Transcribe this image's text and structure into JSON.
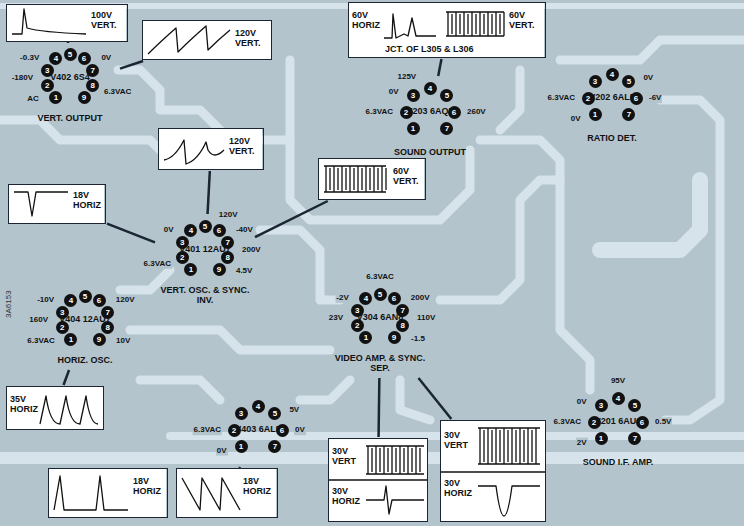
{
  "diagram": {
    "nodes": [
      {
        "text": [
          "100V VERT."
        ]
      },
      {
        "text": [
          "120V VERT."
        ]
      },
      {
        "text": [
          "60V HORIZ",
          "60V VERT.",
          "JCT. OF L305 & L306"
        ]
      },
      {
        "text": [
          "120V VERT."
        ]
      },
      {
        "text": [
          "18V HORIZ"
        ]
      },
      {
        "text": [
          "60V VERT."
        ]
      },
      {
        "text": [
          "35V HORIZ"
        ]
      },
      {
        "text": [
          "18V HORIZ"
        ]
      },
      {
        "text": [
          "18V HORIZ"
        ]
      },
      {
        "text": [
          "30V VERT",
          "30V HORIZ"
        ]
      },
      {
        "text": [
          "30V VERT",
          "30V HORIZ"
        ]
      },
      {
        "text": [
          "V402 6S4",
          "VERT. OUTPUT"
        ]
      },
      {
        "text": [
          "V401 12AU7",
          "VERT. OSC. & SYNC. INV."
        ]
      },
      {
        "text": [
          "V404 12AU7",
          "HORIZ. OSC."
        ]
      },
      {
        "text": [
          "V403 6AL5"
        ]
      },
      {
        "text": [
          "V304 6AN8",
          "VIDEO AMP. & SYNC. SEP."
        ]
      },
      {
        "text": [
          "V203 6AQ5",
          "SOUND OUTPUT"
        ]
      },
      {
        "text": [
          "V202 6AL5",
          "RATIO DET."
        ]
      },
      {
        "text": [
          "V201 6AU6",
          "SOUND I.F. AMP."
        ]
      }
    ],
    "edges": [
      {
        "from": 0,
        "to": 11,
        "arrow": "none"
      },
      {
        "from": 1,
        "to": 11,
        "arrow": "none"
      },
      {
        "from": 2,
        "to": 16,
        "arrow": "none"
      },
      {
        "from": 3,
        "to": 12,
        "arrow": "none"
      },
      {
        "from": 4,
        "to": 12,
        "arrow": "none"
      },
      {
        "from": 5,
        "to": 12,
        "arrow": "none"
      },
      {
        "from": 6,
        "to": 13,
        "arrow": "none"
      },
      {
        "from": 8,
        "to": 14,
        "arrow": "none"
      },
      {
        "from": 9,
        "to": 15,
        "arrow": "none"
      },
      {
        "from": 10,
        "to": 15,
        "arrow": "none"
      }
    ],
    "labels": [
      "1",
      "2",
      "3",
      "4",
      "5",
      "6",
      "7",
      "8",
      "9",
      "1",
      "2",
      "3",
      "4",
      "5",
      "6",
      "7",
      "8",
      "9",
      "1",
      "2",
      "3",
      "4",
      "5",
      "6",
      "7",
      "8",
      "9",
      "1",
      "2",
      "3",
      "4",
      "5",
      "6",
      "7",
      "1",
      "2",
      "3",
      "4",
      "5",
      "6",
      "7",
      "8",
      "9",
      "1",
      "2",
      "3",
      "4",
      "5",
      "6",
      "7",
      "1",
      "2",
      "3",
      "4",
      "5",
      "6",
      "7",
      "1",
      "2",
      "3",
      "4",
      "5",
      "6",
      "7",
      "-0.3V",
      "0V",
      "6.3VAC",
      "-180V",
      "AC",
      "120V",
      "6.3VAC",
      "0V",
      "-40V",
      "200V",
      "4.5V",
      "-10V",
      "160V",
      "6.3VAC",
      "120V",
      "10V",
      "6.3VAC",
      "0V",
      "5V",
      "0V",
      "6.3VAC",
      "-2V",
      "23V",
      "200V",
      "110V",
      "-1.5",
      "125V",
      "0V",
      "6.3VAC",
      "260V",
      "0V",
      "6.3VAC",
      "0V",
      "-6V",
      "95V",
      "0V",
      "6.3VAC",
      "2V",
      "0.5V",
      "3A6153"
    ]
  }
}
